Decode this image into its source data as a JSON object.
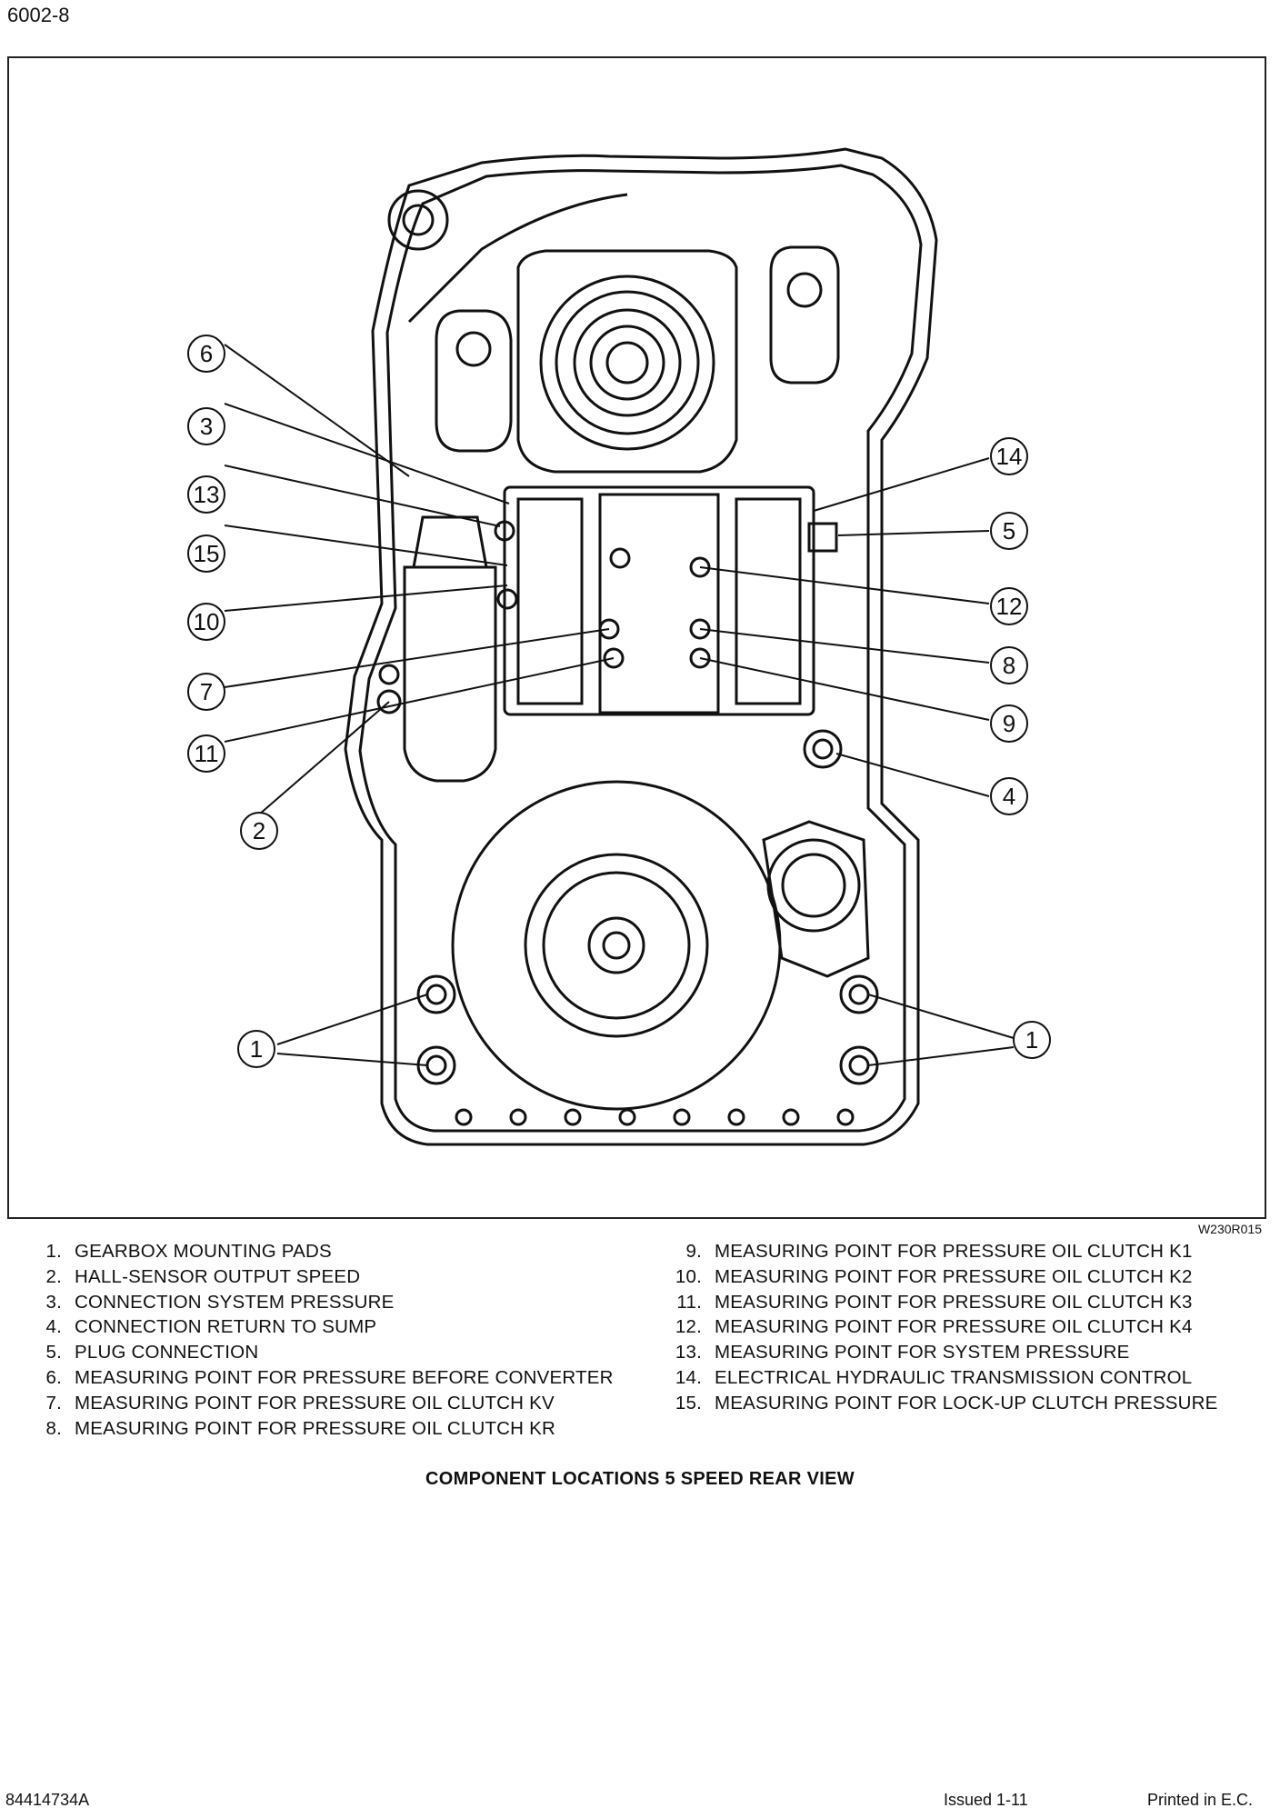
{
  "header": {
    "page_number": "6002-8"
  },
  "figure": {
    "code": "W230R015",
    "callouts": [
      "1",
      "2",
      "3",
      "4",
      "5",
      "6",
      "7",
      "8",
      "9",
      "10",
      "11",
      "12",
      "13",
      "14",
      "15"
    ]
  },
  "legend": {
    "left": [
      {
        "num": "1.",
        "text": "GEARBOX MOUNTING PADS"
      },
      {
        "num": "2.",
        "text": "HALL-SENSOR OUTPUT SPEED"
      },
      {
        "num": "3.",
        "text": "CONNECTION SYSTEM PRESSURE"
      },
      {
        "num": "4.",
        "text": "CONNECTION RETURN TO SUMP"
      },
      {
        "num": "5.",
        "text": "PLUG CONNECTION"
      },
      {
        "num": "6.",
        "text": "MEASURING POINT FOR PRESSURE BEFORE CONVERTER"
      },
      {
        "num": "7.",
        "text": "MEASURING POINT FOR PRESSURE OIL CLUTCH KV"
      },
      {
        "num": "8.",
        "text": "MEASURING POINT FOR PRESSURE OIL CLUTCH KR"
      }
    ],
    "right": [
      {
        "num": "9.",
        "text": "MEASURING POINT FOR PRESSURE OIL CLUTCH K1"
      },
      {
        "num": "10.",
        "text": "MEASURING POINT FOR PRESSURE OIL CLUTCH K2"
      },
      {
        "num": "11.",
        "text": "MEASURING POINT FOR PRESSURE OIL CLUTCH K3"
      },
      {
        "num": "12.",
        "text": "MEASURING POINT FOR PRESSURE OIL CLUTCH K4"
      },
      {
        "num": "13.",
        "text": "MEASURING POINT FOR SYSTEM PRESSURE"
      },
      {
        "num": "14.",
        "text": "ELECTRICAL HYDRAULIC TRANSMISSION CONTROL"
      },
      {
        "num": "15.",
        "text": "MEASURING POINT FOR LOCK-UP CLUTCH PRESSURE"
      }
    ]
  },
  "caption": "COMPONENT LOCATIONS 5 SPEED REAR VIEW",
  "footer": {
    "doc_number": "84414734A",
    "issued": "Issued  1-11",
    "printed": "Printed in E.C."
  }
}
